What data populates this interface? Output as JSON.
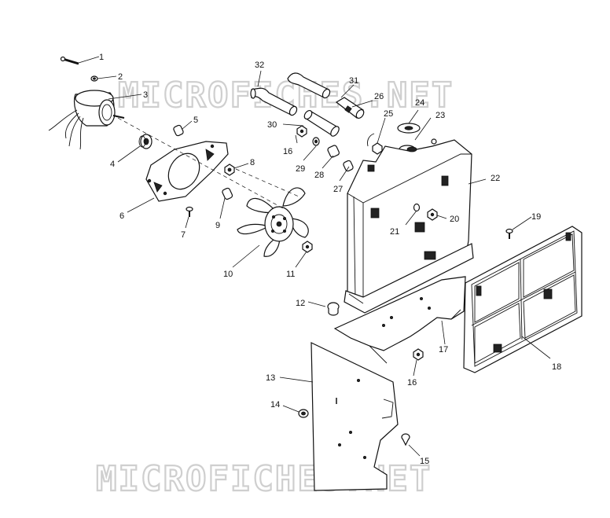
{
  "watermark": {
    "top": "MICROFICHES.NET",
    "bottom": "MICROFICHES.NET"
  },
  "callouts": [
    {
      "id": "c1",
      "text": "1"
    },
    {
      "id": "c2",
      "text": "2"
    },
    {
      "id": "c3",
      "text": "3"
    },
    {
      "id": "c4",
      "text": "4"
    },
    {
      "id": "c5",
      "text": "5"
    },
    {
      "id": "c6",
      "text": "6"
    },
    {
      "id": "c7",
      "text": "7"
    },
    {
      "id": "c8",
      "text": "8"
    },
    {
      "id": "c9",
      "text": "9"
    },
    {
      "id": "c10",
      "text": "10"
    },
    {
      "id": "c11",
      "text": "11"
    },
    {
      "id": "c12",
      "text": "12"
    },
    {
      "id": "c13",
      "text": "13"
    },
    {
      "id": "c14",
      "text": "14"
    },
    {
      "id": "c15",
      "text": "15"
    },
    {
      "id": "c16a",
      "text": "16"
    },
    {
      "id": "c16b",
      "text": "16"
    },
    {
      "id": "c17",
      "text": "17"
    },
    {
      "id": "c18",
      "text": "18"
    },
    {
      "id": "c19",
      "text": "19"
    },
    {
      "id": "c20",
      "text": "20"
    },
    {
      "id": "c21",
      "text": "21"
    },
    {
      "id": "c22",
      "text": "22"
    },
    {
      "id": "c23",
      "text": "23"
    },
    {
      "id": "c24",
      "text": "24"
    },
    {
      "id": "c25",
      "text": "25"
    },
    {
      "id": "c26",
      "text": "26"
    },
    {
      "id": "c27",
      "text": "27"
    },
    {
      "id": "c28",
      "text": "28"
    },
    {
      "id": "c29",
      "text": "29"
    },
    {
      "id": "c30",
      "text": "30"
    },
    {
      "id": "c31",
      "text": "31"
    },
    {
      "id": "c32",
      "text": "32"
    }
  ]
}
